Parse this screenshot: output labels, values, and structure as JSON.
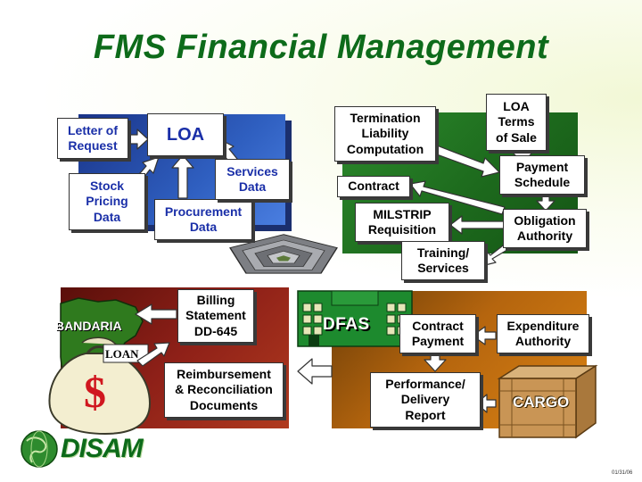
{
  "title": "FMS Financial Management",
  "top_left": {
    "letter_of_request": "Letter of\nRequest",
    "loa": "LOA",
    "stock_pricing_data": "Stock\nPricing\nData",
    "procurement_data": "Procurement\nData",
    "services_data": "Services\nData"
  },
  "top_right": {
    "termination_liability": "Termination\nLiability\nComputation",
    "loa_terms": "LOA\nTerms\nof Sale",
    "payment_schedule": "Payment\nSchedule",
    "contract": "Contract",
    "milstrip": "MILSTRIP\nRequisition",
    "obligation_authority": "Obligation\nAuthority",
    "training_services": "Training/\nServices"
  },
  "bottom_left": {
    "country": "BANDARIA",
    "loan": "LOAN",
    "money_symbol": "$",
    "billing_statement": "Billing\nStatement\nDD-645",
    "reimbursement": "Reimbursement\n& Reconciliation\nDocuments"
  },
  "bottom_right": {
    "dfas": "DFAS",
    "contract_payment": "Contract\nPayment",
    "expenditure_authority": "Expenditure\nAuthority",
    "performance_report": "Performance/\nDelivery\nReport",
    "cargo": "CARGO"
  },
  "footer": {
    "logo_text": "DISAM",
    "date": "01/31/06"
  },
  "colors": {
    "title_green": "#0d6b1a",
    "panel_green": "#1f7a1f",
    "panel_blue": "#2a4fa0",
    "panel_maroon": "#8a1d14",
    "panel_orange": "#c96a0e",
    "label_blue": "#1a2fa8"
  }
}
